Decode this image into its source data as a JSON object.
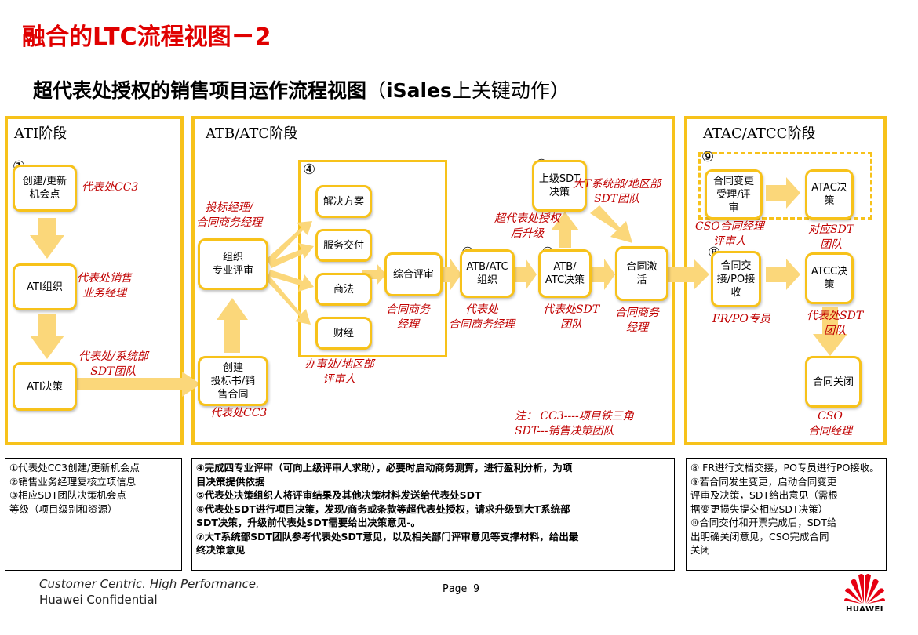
{
  "title": "融合的LTC流程视图－2",
  "subtitle": {
    "main": "超代表处授权的销售项目运作流程视图",
    "paren_open": "（",
    "isales": "iSales",
    "suffix": "上关键动作）"
  },
  "phases": {
    "ati": "ATI阶段",
    "atb_atc": "ATB/ATC阶段",
    "atac_atcc": "ATAC/ATCC阶段"
  },
  "nodes": {
    "create_update": "创建/更新\n机会点",
    "ati_org": "ATI组织",
    "ati_decision": "ATI决策",
    "org_review": "组织\n专业评审",
    "create_bid": "创建\n投标书/销\n售合同",
    "solution": "解决方案",
    "service_delivery": "服务交付",
    "legal": "商法",
    "finance": "财经",
    "comprehensive_review": "综合评审",
    "atb_atc_org": "ATB/ATC\n组织",
    "atb_atc_decision": "ATB/\nATC决策",
    "superior_sdt": "上级SDT\n决策",
    "contract_activation": "合同激\n活",
    "contract_change": "合同变更\n受理/评\n审",
    "atac_decision": "ATAC决\n策",
    "contract_handover": "合同交\n接/PO接\n收",
    "atcc_decision": "ATCC决\n策",
    "contract_close": "合同关闭"
  },
  "numbers": {
    "n1": "①",
    "n2": "②",
    "n3": "③",
    "n4": "④",
    "n5": "⑤",
    "n6": "⑥",
    "n7": "⑦",
    "n8": "⑧",
    "n9": "⑨",
    "n10": "⑩"
  },
  "roles": {
    "rep_cc3": "代表处CC3",
    "rep_sales_mgr": "代表处销售\n业务经理",
    "rep_system_sdt": "代表处/系统部\nSDT团队",
    "bid_contract_mgr": "投标经理/\n合同商务经理",
    "rep_cc3_bottom": "代表处CC3",
    "office_reviewer": "办事处/地区部\n评审人",
    "contract_biz_mgr": "合同商务\n经理",
    "rep_contract_biz": "代表处\n合同商务经理",
    "rep_sdt_team": "代表处SDT\n团队",
    "contract_biz_mgr2": "合同商务\n经理",
    "bigt_sdt": "大T系统部/地区部\nSDT团队",
    "beyond_auth": "超代表处授权\n后升级",
    "note": "注：  CC3----项目铁三角\n        SDT---销售决策团队",
    "cso_mgr_reviewer": "CSO合同经理\n评审人",
    "counterpart_sdt": "对应SDT\n团队",
    "fr_po": "FR/PO专员",
    "rep_sdt_team2": "代表处SDT\n团队",
    "cso_contract_mgr": "CSO\n合同经理"
  },
  "notes": {
    "left": "①代表处CC3创建/更新机会点\n②销售业务经理复核立项信息\n③相应SDT团队决策机会点\n等级（项目级别和资源）",
    "middle": "④完成四专业评审（可向上级评审人求助），必要时启动商务测算，进行盈利分析，为项\n目决策提供依据\n⑤代表处决策组织人将评审结果及其他决策材料发送给代表处SDT\n⑥代表处SDT进行项目决策，发现/商务或条款等超代表处授权，请求升级到大T系统部\nSDT决策，升级前代表处SDT需要给出决策意见-。\n⑦大T系统部SDT团队参考代表处SDT意见，以及相关部门评审意见等支撑材料，给出最\n终决策意见",
    "right": "⑧ FR进行文档交接，PO专员进行PO接收。\n⑨若合同发生变更，启动合同变更\n评审及决策，SDT给出意见（需根\n据变更损失提交相应SDT决策）\n⑩合同交付和开票完成后，SDT给\n出明确关闭意见，CSO完成合同\n关闭"
  },
  "footer": {
    "line1": "Customer Centric. High Performance.",
    "line2": "Huawei Confidential",
    "page": "Page 9",
    "brand": "HUAWEI"
  },
  "colors": {
    "accent_yellow": "#f7c21a",
    "arrow_fill": "#fbd77a",
    "role_red": "#c00000",
    "title_red": "#e00000",
    "logo_red": "#e60012"
  }
}
